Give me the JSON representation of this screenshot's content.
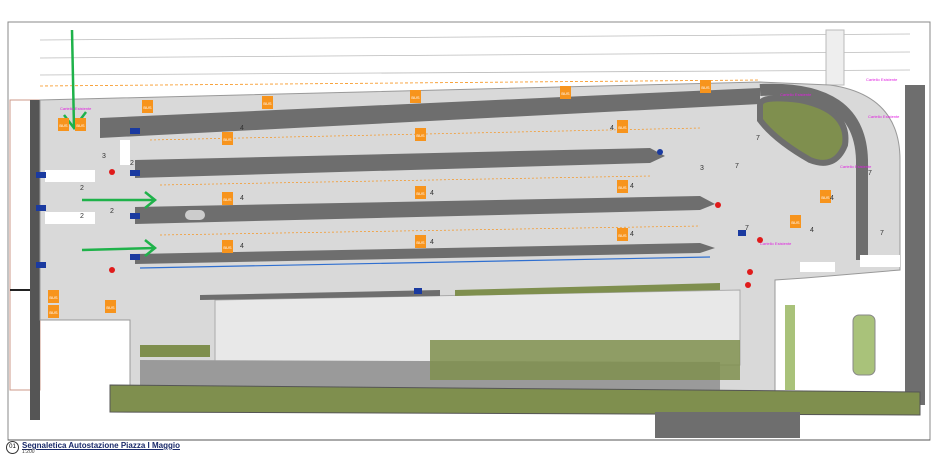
{
  "drawing": {
    "number": "01",
    "title": "Segnaletica Autostazione Piazza I Maggio",
    "scale": "1:200"
  },
  "sign_label": "BUS",
  "callout_label": "Cartello Esistente",
  "lane_numbers": [
    "2",
    "3",
    "4",
    "7"
  ],
  "colors": {
    "pavement": "#d9d9d9",
    "island": "#6e6e6e",
    "grass": "#7f8f4e",
    "bus_sign": "#f7941d",
    "callout": "#e020e0",
    "arrow": "#1fb24a",
    "stop_marker": "#e01b1b",
    "bay_line": "#2f6fd0"
  },
  "icons": [
    "green-direction-arrow",
    "bus-sign",
    "stop-marker",
    "bus-stop-pole",
    "crosswalk"
  ]
}
